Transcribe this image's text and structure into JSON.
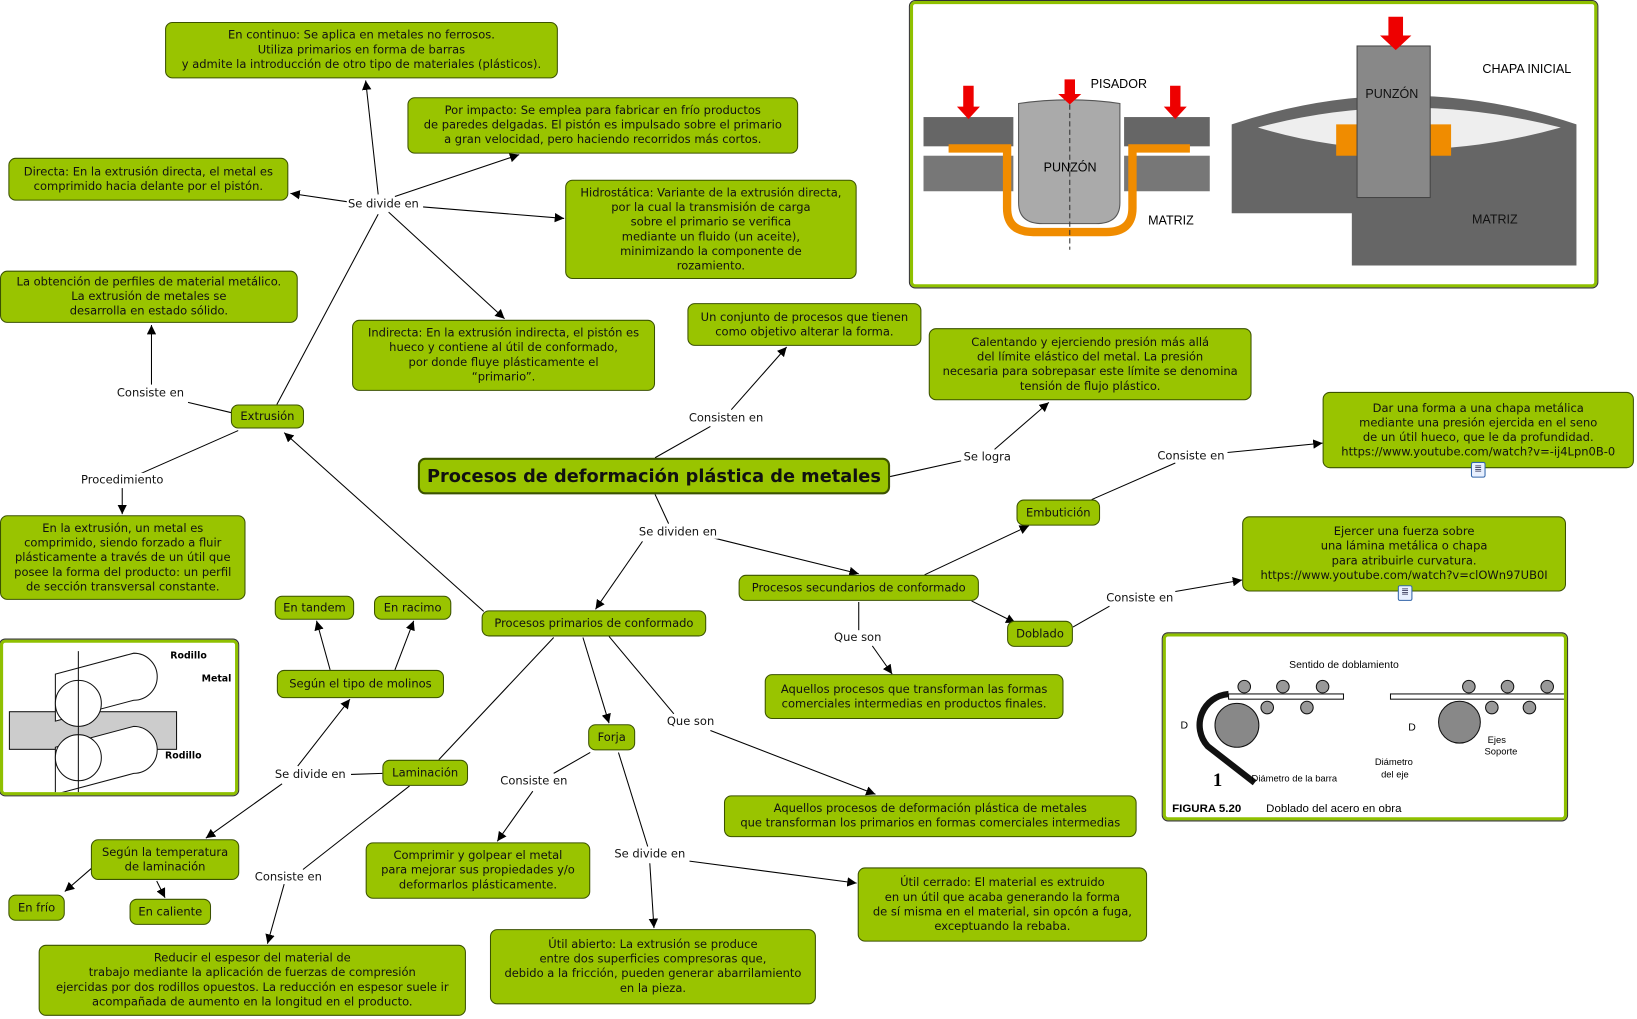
{
  "title": "Procesos de deformación plástica de metales",
  "nodes": {
    "continuo": "En continuo: Se aplica en metales no ferrosos.\nUtiliza primarios en forma de barras\ny admite la introducción de otro tipo de materiales (plásticos).",
    "impacto": "Por impacto: Se emplea para fabricar en frío productos\nde paredes delgadas. El pistón es impulsado sobre el primario\na gran velocidad, pero haciendo recorridos más cortos.",
    "directa": "Directa: En la extrusión directa, el metal es\ncomprimido hacia delante por el pistón.",
    "hidrostatica": "Hidrostática: Variante de la extrusión directa,\npor la cual la transmisión de carga\nsobre el primario se verifica\nmediante un fluido (un aceite),\nminimizando la componente de\nrozamiento.",
    "obtencion": "La obtención de perfiles de material metálico.\nLa extrusión de metales se\ndesarrolla en estado sólido.",
    "indirecta": "Indirecta: En la extrusión indirecta, el pistón es\nhueco y contiene al útil de conformado,\npor donde fluye plásticamente el\n“primario”.",
    "conjunto": "Un conjunto de procesos que tienen\ncomo objetivo alterar la forma.",
    "calentando": "Calentando y ejerciendo presión más allá\ndel límite elástico del metal. La presión\nnecesaria para sobrepasar este límite se denomina\ntensión de flujo plástico.",
    "embuticion_def": "Dar una forma a una chapa metálica\nmediante una presión ejercida en el seno\nde un útil hueco, que le da profundidad.\nhttps://www.youtube.com/watch?v=-ij4Lpn0B-0",
    "extrusion": "Extrusión",
    "embuticion": "Embutición",
    "procedimiento_def": "En la extrusión, un metal es\ncomprimido, siendo forzado a fluir\nplásticamente a través de un útil que\nposee la forma del producto: un perfil\nde sección transversal constante.",
    "doblado_def": "Ejercer una fuerza sobre\nuna lámina metálica o chapa\npara atribuirle curvatura.\nhttps://www.youtube.com/watch?v=clOWn97UB0I",
    "secundarios": "Procesos secundarios de conformado",
    "primarios": "Procesos primarios de conformado",
    "doblado": "Doblado",
    "tandem": "En tandem",
    "racimo": "En racimo",
    "molinos": "Según el tipo de molinos",
    "secundarios_def": "Aquellos procesos que transforman las formas\ncomerciales intermedias en productos finales.",
    "forja": "Forja",
    "laminacion": "Laminación",
    "primarios_def": "Aquellos procesos de deformación plástica de metales\nque transforman los primarios en formas comerciales intermedias",
    "temperatura": "Según la temperatura\nde laminación",
    "comprimir": "Comprimir y golpear el metal\npara mejorar sus propiedades y/o\ndeformarlos plásticamente.",
    "util_cerrado": "Útil cerrado: El material es extruido\nen un útil que acaba generando la forma\nde sí misma en el material, sin opcón a fuga,\nexceptuando la rebaba.",
    "frio": "En frío",
    "caliente": "En caliente",
    "reducir": "Reducir el espesor del material de\ntrabajo mediante la aplicación de fuerzas de compresión\nejercidas por dos rodillos opuestos. La reducción en espesor suele ir\nacompañada de aumento en la longitud en el producto.",
    "util_abierto": "Útil abierto: La extrusión se produce\nentre dos superficies compresoras que,\ndebido a la fricción, pueden generar abarrilamiento\nen la pieza."
  },
  "links": {
    "se_divide_en_1": "Se divide en",
    "consiste_en_1": "Consiste en",
    "procedimiento": "Procedimiento",
    "consisten_en": "Consisten en",
    "se_logra": "Se logra",
    "consiste_en_2": "Consiste en",
    "se_dividen_en": "Se dividen en",
    "consiste_en_3": "Consiste en",
    "que_son_1": "Que son",
    "que_son_2": "Que son",
    "se_divide_en_2": "Se divide en",
    "consiste_en_4": "Consiste en",
    "consiste_en_5": "Consiste en",
    "se_divide_en_3": "Se divide en"
  },
  "images": {
    "embuticion": {
      "labels": [
        "PISADOR",
        "PUNZÓN",
        "MATRIZ",
        "PUNZÓN",
        "CHAPA INICIAL",
        "MATRIZ"
      ]
    },
    "laminacion": {
      "labels": [
        "Rodillo",
        "Metal",
        "Rodillo"
      ]
    },
    "doblado": {
      "labels": [
        "Sentido de doblamiento",
        "D",
        "1",
        "Diámetro de la barra",
        "D",
        "Diámetro",
        "del eje",
        "Ejes",
        "Soporte"
      ],
      "caption_bold": "FIGURA 5.20",
      "caption": "Doblado del acero en obra"
    }
  },
  "icons": {
    "attachment": "document-icon"
  },
  "colors": {
    "node_fill": "#99c400",
    "node_border": "#3b5200",
    "arrow": "#e00000",
    "orange": "#f08c00"
  }
}
